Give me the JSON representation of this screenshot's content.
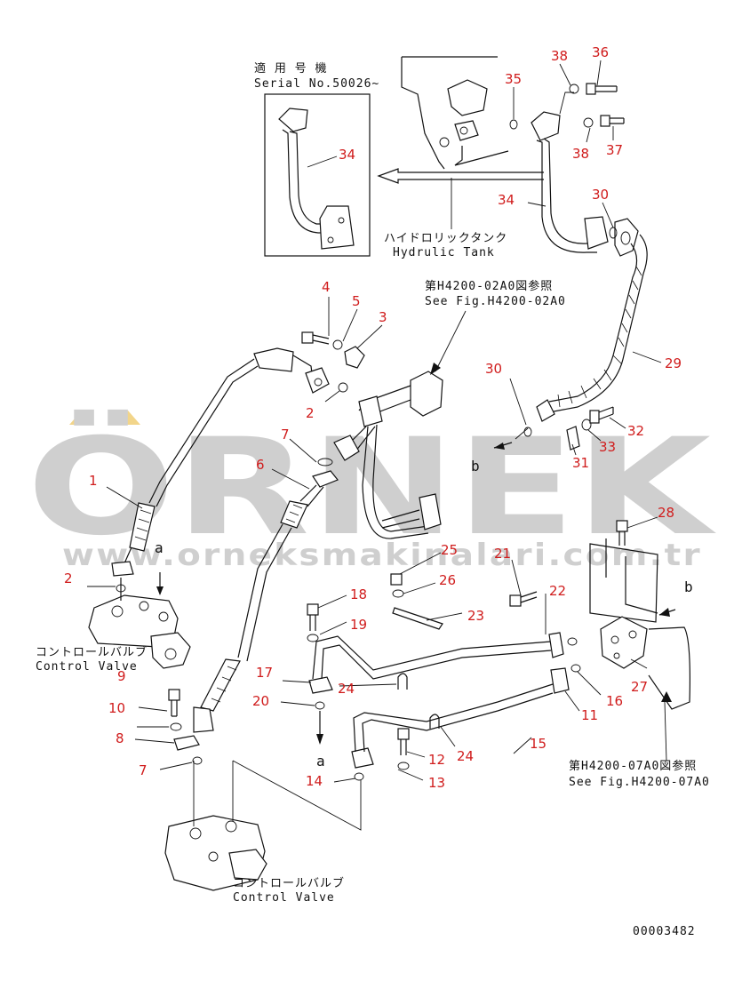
{
  "captions": {
    "serial_jp": "適 用 号 機",
    "serial_en": "Serial No.50026~",
    "tank_jp": "ハイドロリックタンク",
    "tank_en": "Hydrulic Tank",
    "ref1_jp": "第H4200-02A0図参照",
    "ref1_en": "See Fig.H4200-02A0",
    "ref2_jp": "第H4200-07A0図参照",
    "ref2_en": "See Fig.H4200-07A0",
    "cv1_jp": "コントロールバルブ",
    "cv1_en": "Control Valve",
    "cv2_jp": "コントロールバルブ",
    "cv2_en": "Control Valve",
    "drawing_no": "00003482",
    "marker_a": "a",
    "marker_b": "b"
  },
  "watermark": {
    "brand": "ÖRNEK",
    "url": "www.orneksmakinalari.com.tr"
  },
  "part_numbers": {
    "n1": "1",
    "n2a": "2",
    "n2b": "2",
    "n3": "3",
    "n4": "4",
    "n5": "5",
    "n6": "6",
    "n7a": "7",
    "n7b": "7",
    "n8": "8",
    "n9": "9",
    "n10": "10",
    "n11": "11",
    "n12": "12",
    "n13": "13",
    "n14": "14",
    "n15": "15",
    "n16": "16",
    "n17": "17",
    "n18": "18",
    "n19": "19",
    "n20": "20",
    "n21": "21",
    "n22": "22",
    "n23": "23",
    "n24a": "24",
    "n24b": "24",
    "n25": "25",
    "n26": "26",
    "n27": "27",
    "n28": "28",
    "n29": "29",
    "n30a": "30",
    "n30b": "30",
    "n31": "31",
    "n32": "32",
    "n33": "33",
    "n34a": "34",
    "n34b": "34",
    "n35": "35",
    "n36": "36",
    "n37": "37",
    "n38a": "38",
    "n38b": "38"
  },
  "colors": {
    "label": "#d01c1c",
    "line": "#111111",
    "watermark": "#cfcfcf",
    "accent": "#f2d58a"
  }
}
